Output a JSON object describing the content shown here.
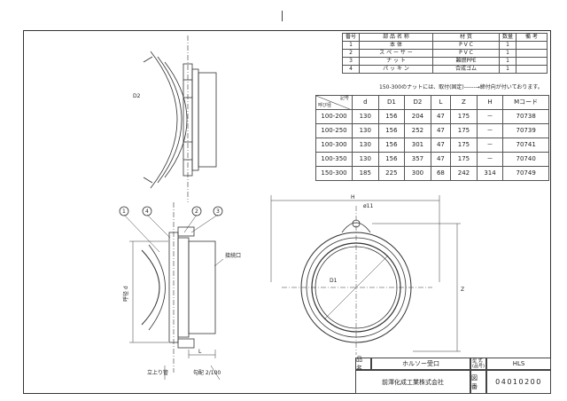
{
  "parts_table": {
    "headers": [
      "番号",
      "部 品 名 称",
      "材 質",
      "数量",
      "備 考"
    ],
    "rows": [
      [
        "1",
        "本 体",
        "P V C",
        "1",
        ""
      ],
      [
        "2",
        "ス ペ ー サ ー",
        "P V C",
        "1",
        ""
      ],
      [
        "3",
        "ナ ッ ト",
        "難燃PPE",
        "1",
        ""
      ],
      [
        "4",
        "パ ッ キ ン",
        "合成ゴム",
        "1",
        ""
      ]
    ]
  },
  "note": "150-300のナットには、取付(固定)------→締付向が付いております。",
  "dims_table": {
    "corner_top": "記号",
    "corner_bottom": "呼び径",
    "headers": [
      "d",
      "D1",
      "D2",
      "L",
      "Z",
      "H",
      "Mコード"
    ],
    "rows": [
      [
        "100-200",
        "130",
        "156",
        "204",
        "47",
        "175",
        "－",
        "70738"
      ],
      [
        "100-250",
        "130",
        "156",
        "252",
        "47",
        "175",
        "－",
        "70739"
      ],
      [
        "100-300",
        "130",
        "156",
        "301",
        "47",
        "175",
        "－",
        "70741"
      ],
      [
        "100-350",
        "130",
        "156",
        "357",
        "47",
        "175",
        "－",
        "70740"
      ],
      [
        "150-300",
        "185",
        "225",
        "300",
        "68",
        "242",
        "314",
        "70749"
      ]
    ]
  },
  "labels": {
    "d2": "D2",
    "d1": "D1",
    "h": "H",
    "z": "Z",
    "phi": "ø11",
    "nom_d": "呼径 d",
    "l": "L",
    "grad": "勾配 2/100",
    "tate": "立上り管",
    "conn": "接続口",
    "balloons": [
      "1",
      "4",
      "2",
      "3"
    ]
  },
  "title_block": {
    "name_label": "品 名",
    "name_value": "ホルソー受口",
    "model_label": "型 式\n(品号)",
    "model_value": "HLS",
    "company": "前澤化成工業株式会社",
    "drawing_label": "図 番",
    "drawing_no": "04010200"
  }
}
